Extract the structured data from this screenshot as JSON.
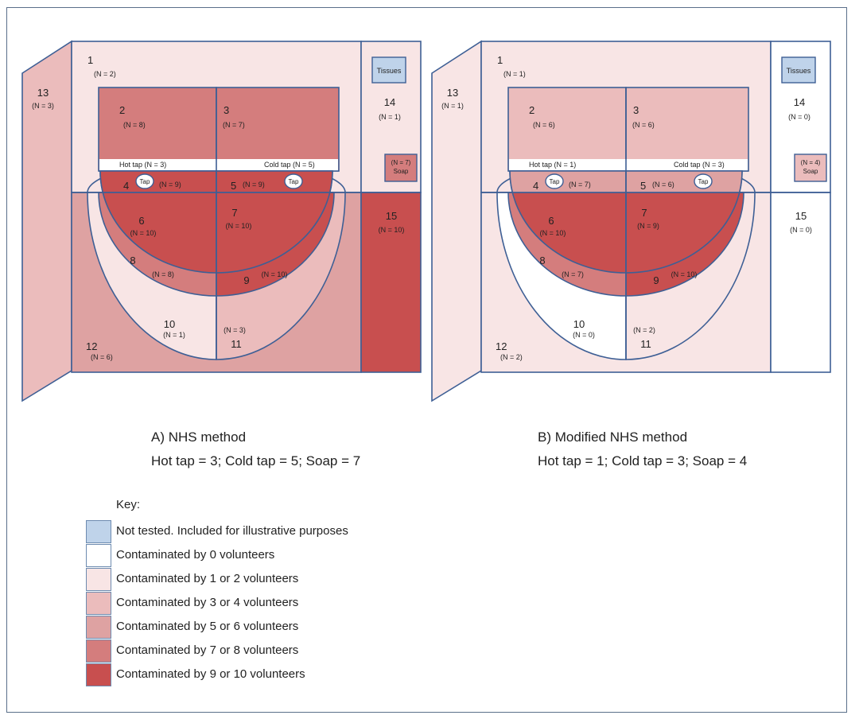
{
  "colors": {
    "not_tested": "#bfd3ea",
    "c0": "#ffffff",
    "c12": "#f8e5e5",
    "c34": "#ebbcbc",
    "c56": "#dea2a2",
    "c78": "#d47d7d",
    "c910": "#c84f4f",
    "line": "#3e5f95"
  },
  "panels": [
    {
      "title": "A) NHS method",
      "summary": "Hot tap = 3; Cold tap = 5; Soap = 7",
      "tissues": "Tissues",
      "soap_word": "Soap",
      "soap_n": "(N = 7)",
      "hot_tap": "Hot tap (N = 3)",
      "cold_tap": "Cold tap (N = 5)",
      "tap_icon": "Tap",
      "zones": [
        {
          "id": "1",
          "n": "(N = 2)",
          "level": "c12"
        },
        {
          "id": "2",
          "n": "(N = 8)",
          "level": "c78"
        },
        {
          "id": "3",
          "n": "(N = 7)",
          "level": "c78"
        },
        {
          "id": "4",
          "n": "(N = 9)",
          "level": "c910"
        },
        {
          "id": "5",
          "n": "(N = 9)",
          "level": "c910"
        },
        {
          "id": "6",
          "n": "(N = 10)",
          "level": "c910"
        },
        {
          "id": "7",
          "n": "(N = 10)",
          "level": "c910"
        },
        {
          "id": "8",
          "n": "(N = 8)",
          "level": "c78"
        },
        {
          "id": "9",
          "n": "(N = 10)",
          "level": "c910"
        },
        {
          "id": "10",
          "n": "(N = 1)",
          "level": "c12"
        },
        {
          "id": "11",
          "n": "(N = 3)",
          "level": "c34"
        },
        {
          "id": "12",
          "n": "(N = 6)",
          "level": "c56"
        },
        {
          "id": "13",
          "n": "(N = 3)",
          "level": "c34"
        },
        {
          "id": "14",
          "n": "(N = 1)",
          "level": "c12"
        },
        {
          "id": "15",
          "n": "(N = 10)",
          "level": "c910"
        }
      ]
    },
    {
      "title": "B) Modified NHS method",
      "summary": "Hot tap = 1; Cold tap = 3; Soap = 4",
      "tissues": "Tissues",
      "soap_word": "Soap",
      "soap_n": "(N = 4)",
      "hot_tap": "Hot tap (N = 1)",
      "cold_tap": "Cold tap (N = 3)",
      "tap_icon": "Tap",
      "zones": [
        {
          "id": "1",
          "n": "(N = 1)",
          "level": "c12"
        },
        {
          "id": "2",
          "n": "(N = 6)",
          "level": "c34"
        },
        {
          "id": "3",
          "n": "(N = 6)",
          "level": "c34"
        },
        {
          "id": "4",
          "n": "(N = 7)",
          "level": "c56"
        },
        {
          "id": "5",
          "n": "(N = 6)",
          "level": "c56"
        },
        {
          "id": "6",
          "n": "(N = 10)",
          "level": "c910"
        },
        {
          "id": "7",
          "n": "(N = 9)",
          "level": "c910"
        },
        {
          "id": "8",
          "n": "(N = 7)",
          "level": "c78"
        },
        {
          "id": "9",
          "n": "(N = 10)",
          "level": "c910"
        },
        {
          "id": "10",
          "n": "(N = 0)",
          "level": "c0"
        },
        {
          "id": "11",
          "n": "(N = 2)",
          "level": "c12"
        },
        {
          "id": "12",
          "n": "(N = 2)",
          "level": "c12"
        },
        {
          "id": "13",
          "n": "(N = 1)",
          "level": "c12"
        },
        {
          "id": "14",
          "n": "(N = 0)",
          "level": "c0"
        },
        {
          "id": "15",
          "n": "(N = 0)",
          "level": "c0"
        }
      ]
    }
  ],
  "key": {
    "title": "Key:",
    "items": [
      {
        "label": "Not tested.  Included for illustrative purposes",
        "color": "not_tested"
      },
      {
        "label": "Contaminated by 0 volunteers",
        "color": "c0"
      },
      {
        "label": "Contaminated by 1 or 2 volunteers",
        "color": "c12"
      },
      {
        "label": "Contaminated by 3 or 4 volunteers",
        "color": "c34"
      },
      {
        "label": "Contaminated by 5 or 6 volunteers",
        "color": "c56"
      },
      {
        "label": "Contaminated by 7 or 8 volunteers",
        "color": "c78"
      },
      {
        "label": "Contaminated by 9 or 10 volunteers",
        "color": "c910"
      }
    ]
  }
}
